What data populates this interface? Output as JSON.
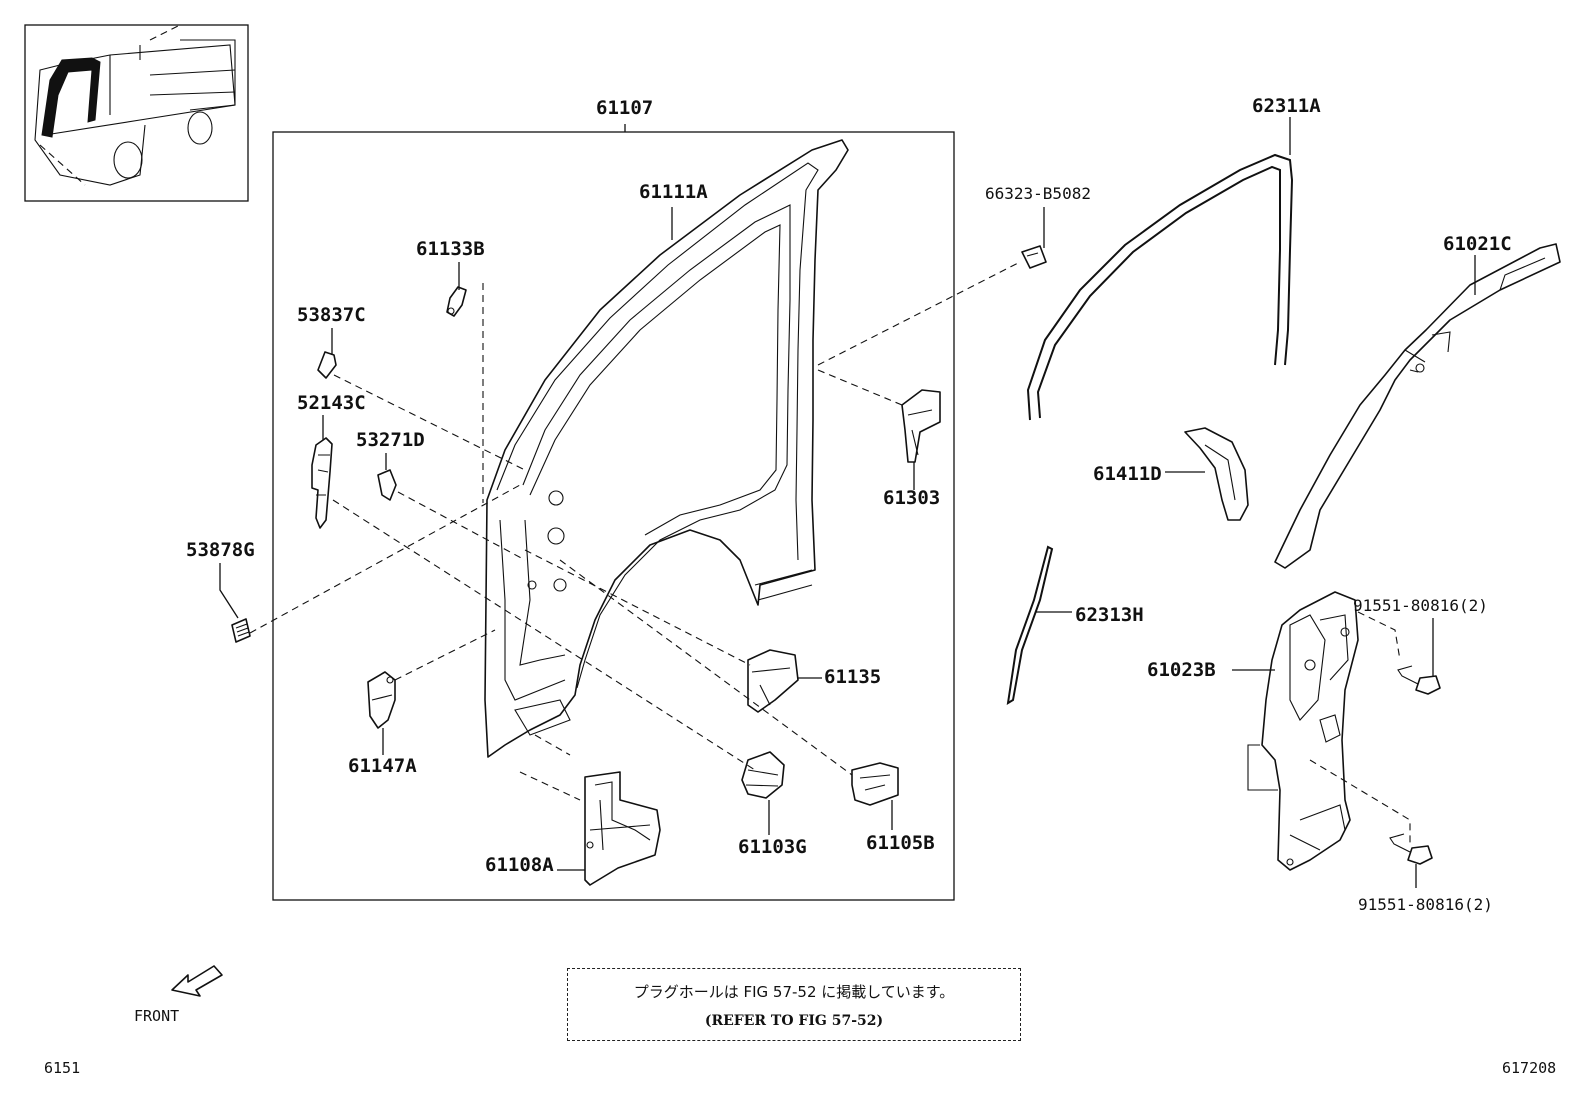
{
  "labels": {
    "p61107": "61107",
    "p61111A": "61111A",
    "p61133B": "61133B",
    "p53837C": "53837C",
    "p52143C": "52143C",
    "p53271D": "53271D",
    "p53878G": "53878G",
    "p61147A": "61147A",
    "p61108A": "61108A",
    "p61103G": "61103G",
    "p61105B": "61105B",
    "p61135": "61135",
    "p61303": "61303",
    "p66323": "66323-B5082",
    "p62311A": "62311A",
    "p61021C": "61021C",
    "p61411D": "61411D",
    "p62313H": "62313H",
    "p61023B": "61023B",
    "p91551a": "91551-80816(2)",
    "p91551b": "91551-80816(2)"
  },
  "note": {
    "line1": "プラグホールは FIG 57-52 に掲載しています。",
    "line2": "(REFER TO FIG 57-52)"
  },
  "front_label": "FRONT",
  "corner_left": "6151",
  "corner_right": "617208"
}
